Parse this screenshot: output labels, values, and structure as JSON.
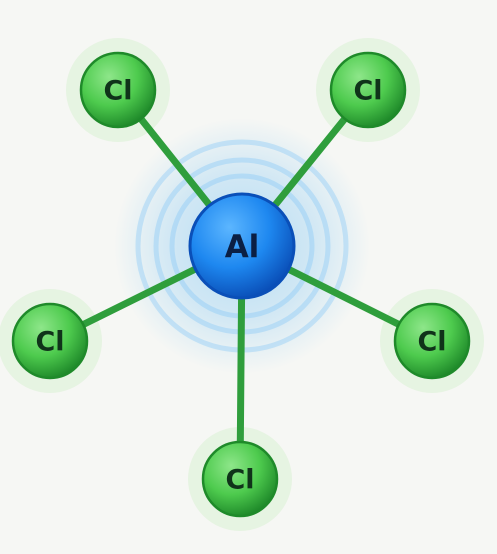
{
  "molecule": {
    "center": {
      "symbol": "Al",
      "colors": {
        "fill": "#1e88f0",
        "light": "#5cb6ff",
        "dark": "#0a4fb8",
        "glow": "#7cc4f5"
      }
    },
    "ligands": [
      {
        "symbol": "Cl"
      },
      {
        "symbol": "Cl"
      },
      {
        "symbol": "Cl"
      },
      {
        "symbol": "Cl"
      },
      {
        "symbol": "Cl"
      }
    ],
    "ligand_colors": {
      "fill": "#4ecb4e",
      "light": "#8ee68a",
      "dark": "#1f8a2a",
      "halo": "#dff2da"
    },
    "bond_color": "#2f9e3c"
  }
}
